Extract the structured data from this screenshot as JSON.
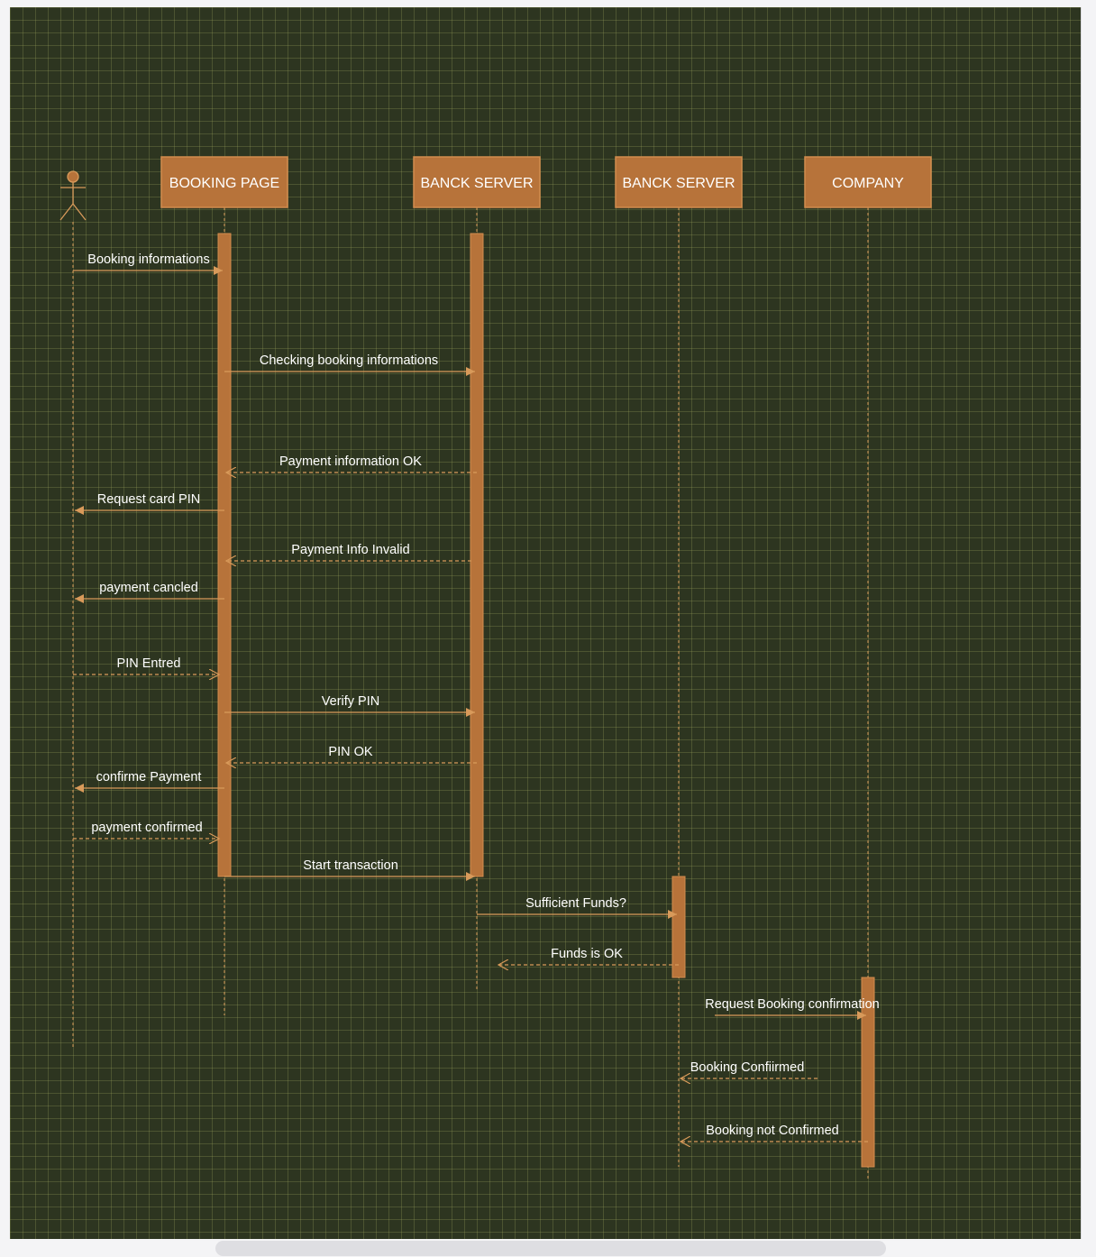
{
  "colors": {
    "background": "#2d3520",
    "participant_fill": "#b7733a",
    "participant_stroke": "#d28c4e",
    "line": "#d89a5a",
    "text": "#ffffff"
  },
  "participants": [
    {
      "id": "user",
      "label": "",
      "icon": "actor-stick-figure-icon"
    },
    {
      "id": "booking",
      "label": "BOOKING PAGE"
    },
    {
      "id": "bank1",
      "label": "BANCK SERVER"
    },
    {
      "id": "bank2",
      "label": "BANCK SERVER"
    },
    {
      "id": "company",
      "label": "COMPANY"
    }
  ],
  "messages": [
    {
      "from": "user",
      "to": "booking",
      "label": "Booking informations",
      "type": "sync"
    },
    {
      "from": "booking",
      "to": "bank1",
      "label": "Checking booking informations",
      "type": "sync"
    },
    {
      "from": "bank1",
      "to": "booking",
      "label": "Payment information OK",
      "type": "return"
    },
    {
      "from": "booking",
      "to": "user",
      "label": "Request card PIN",
      "type": "sync"
    },
    {
      "from": "bank1",
      "to": "booking",
      "label": "Payment  Info Invalid",
      "type": "return"
    },
    {
      "from": "booking",
      "to": "user",
      "label": "payment cancled",
      "type": "sync"
    },
    {
      "from": "user",
      "to": "booking",
      "label": "PIN Entred",
      "type": "return"
    },
    {
      "from": "booking",
      "to": "bank1",
      "label": "Verify PIN",
      "type": "sync"
    },
    {
      "from": "bank1",
      "to": "booking",
      "label": "PIN OK",
      "type": "return"
    },
    {
      "from": "booking",
      "to": "user",
      "label": "confirme Payment",
      "type": "sync"
    },
    {
      "from": "user",
      "to": "booking",
      "label": "payment confirmed",
      "type": "return"
    },
    {
      "from": "booking",
      "to": "bank1",
      "label": "Start transaction",
      "type": "sync"
    },
    {
      "from": "bank1",
      "to": "bank2",
      "label": "Sufficient Funds?",
      "type": "sync"
    },
    {
      "from": "bank2",
      "to": "bank1",
      "label": "Funds is OK",
      "type": "return"
    },
    {
      "from": "bank2",
      "to": "company",
      "label": "Request Booking confirmation",
      "type": "sync"
    },
    {
      "from": "company",
      "to": "bank2",
      "label": "Booking Confiirmed",
      "type": "return"
    },
    {
      "from": "company",
      "to": "bank2",
      "label": "Booking not Confirmed",
      "type": "return"
    }
  ]
}
